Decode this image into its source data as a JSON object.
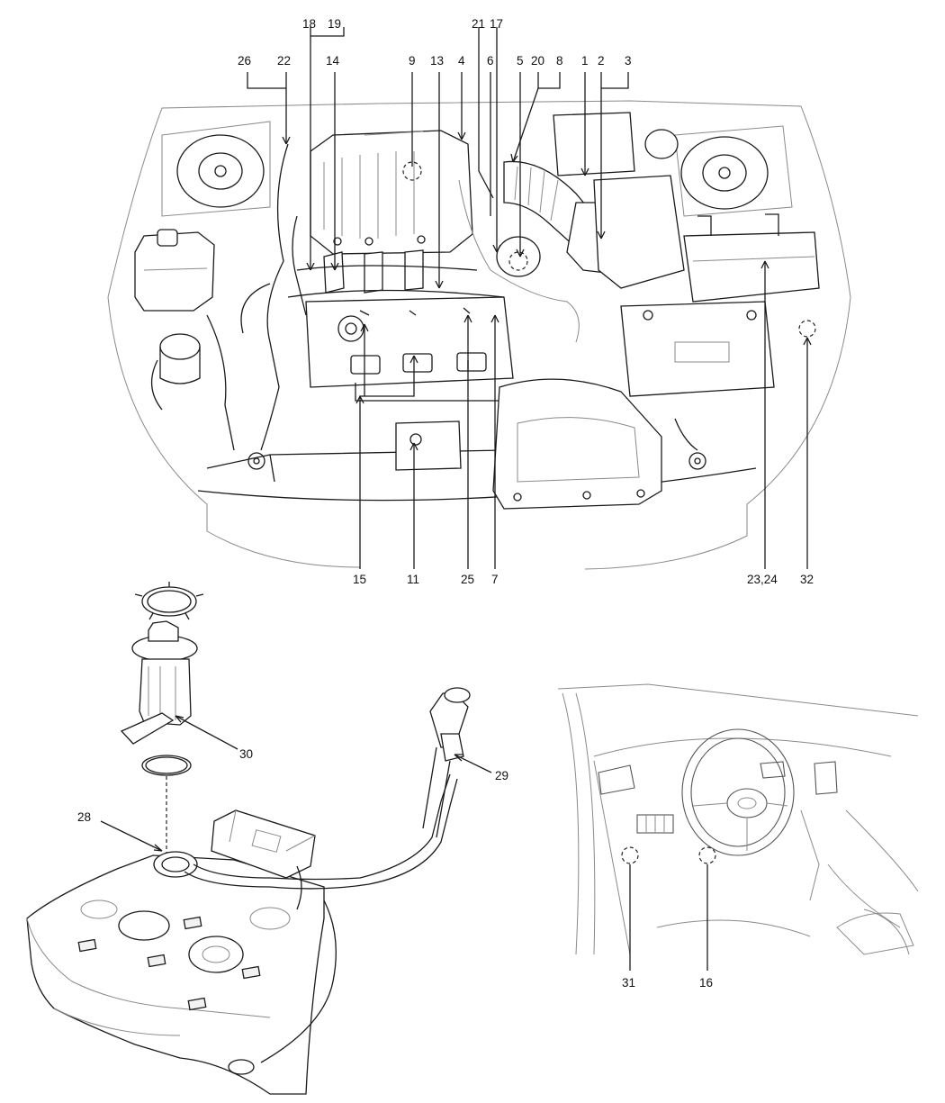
{
  "labels": {
    "l1": "1",
    "l2": "2",
    "l3": "3",
    "l4": "4",
    "l5": "5",
    "l6": "6",
    "l7": "7",
    "l8": "8",
    "l9": "9",
    "l11": "11",
    "l13": "13",
    "l14": "14",
    "l15": "15",
    "l16": "16",
    "l17": "17",
    "l18": "18",
    "l19": "19",
    "l20": "20",
    "l21": "21",
    "l22": "22",
    "l2324": "23,24",
    "l25": "25",
    "l26": "26",
    "l28": "28",
    "l29": "29",
    "l30": "30",
    "l31": "31",
    "l32": "32"
  },
  "colors": {
    "line": "#1a1a1a",
    "light_line": "#8a8a8a",
    "background": "#ffffff"
  }
}
